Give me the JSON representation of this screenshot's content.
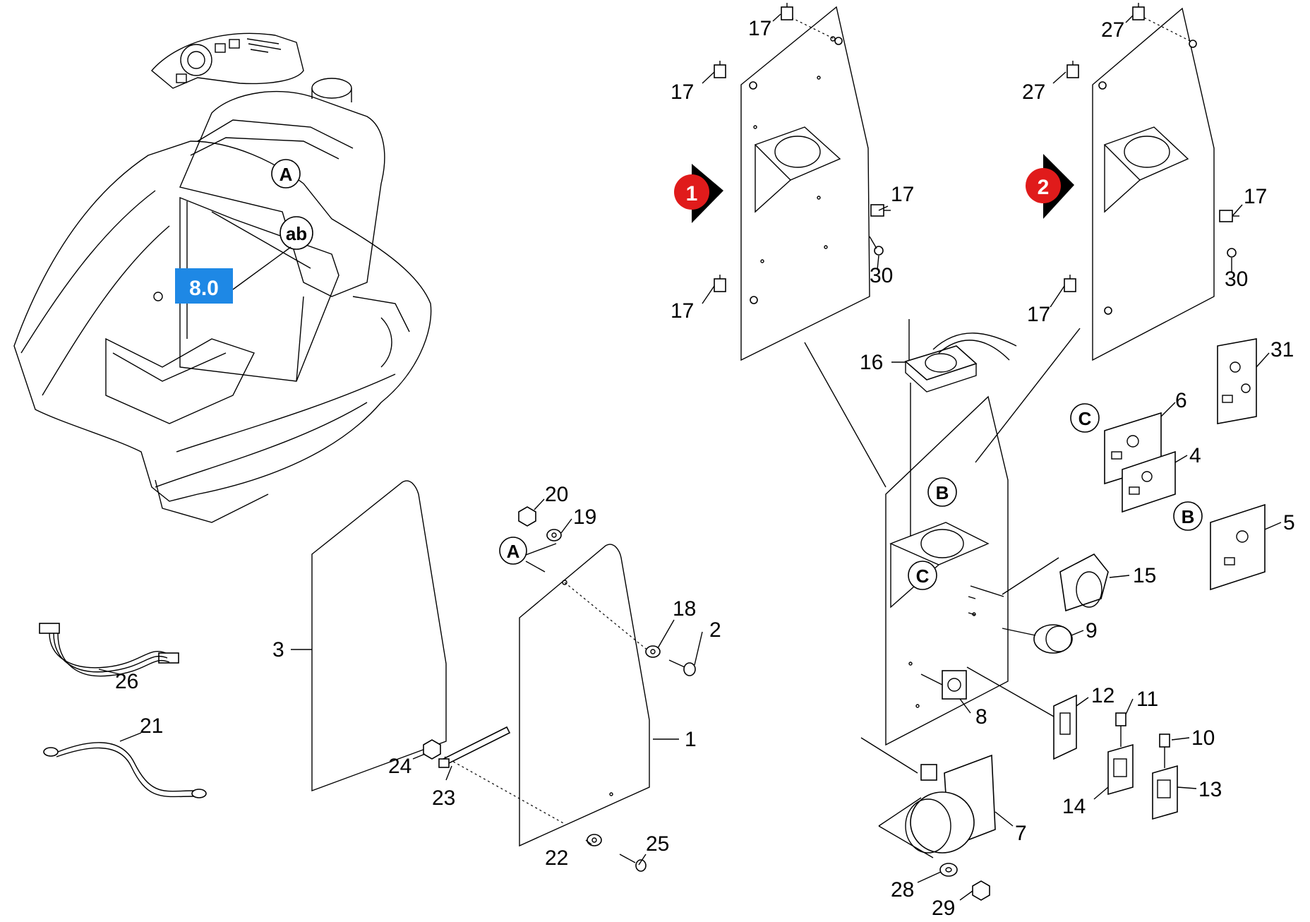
{
  "view_tag": "8.0",
  "view_tag_color": "#1e88e5",
  "marker_color": "#e01b1b",
  "panel_markers": [
    "1",
    "2"
  ],
  "ref_letters": {
    "A_top": "A",
    "ab": "ab",
    "A_cover": "A",
    "B_board": "B",
    "B_panel": "B",
    "C_board": "C",
    "C_panel": "C"
  },
  "parts": {
    "p17a": "17",
    "p17b": "17",
    "p17c": "17",
    "p17d": "17",
    "p27a": "27",
    "p27b": "27",
    "p17e": "17",
    "p17f": "17",
    "p30a": "30",
    "p30b": "30",
    "p16": "16",
    "p31": "31",
    "p6": "6",
    "p4": "4",
    "p5": "5",
    "p15": "15",
    "p9": "9",
    "p8": "8",
    "p12": "12",
    "p11": "11",
    "p10": "10",
    "p13": "13",
    "p14": "14",
    "p7": "7",
    "p28": "28",
    "p29": "29",
    "p20": "20",
    "p19": "19",
    "p18": "18",
    "p2": "2",
    "p3": "3",
    "p1": "1",
    "p24": "24",
    "p23": "23",
    "p22": "22",
    "p25": "25",
    "p26": "26",
    "p21": "21"
  }
}
